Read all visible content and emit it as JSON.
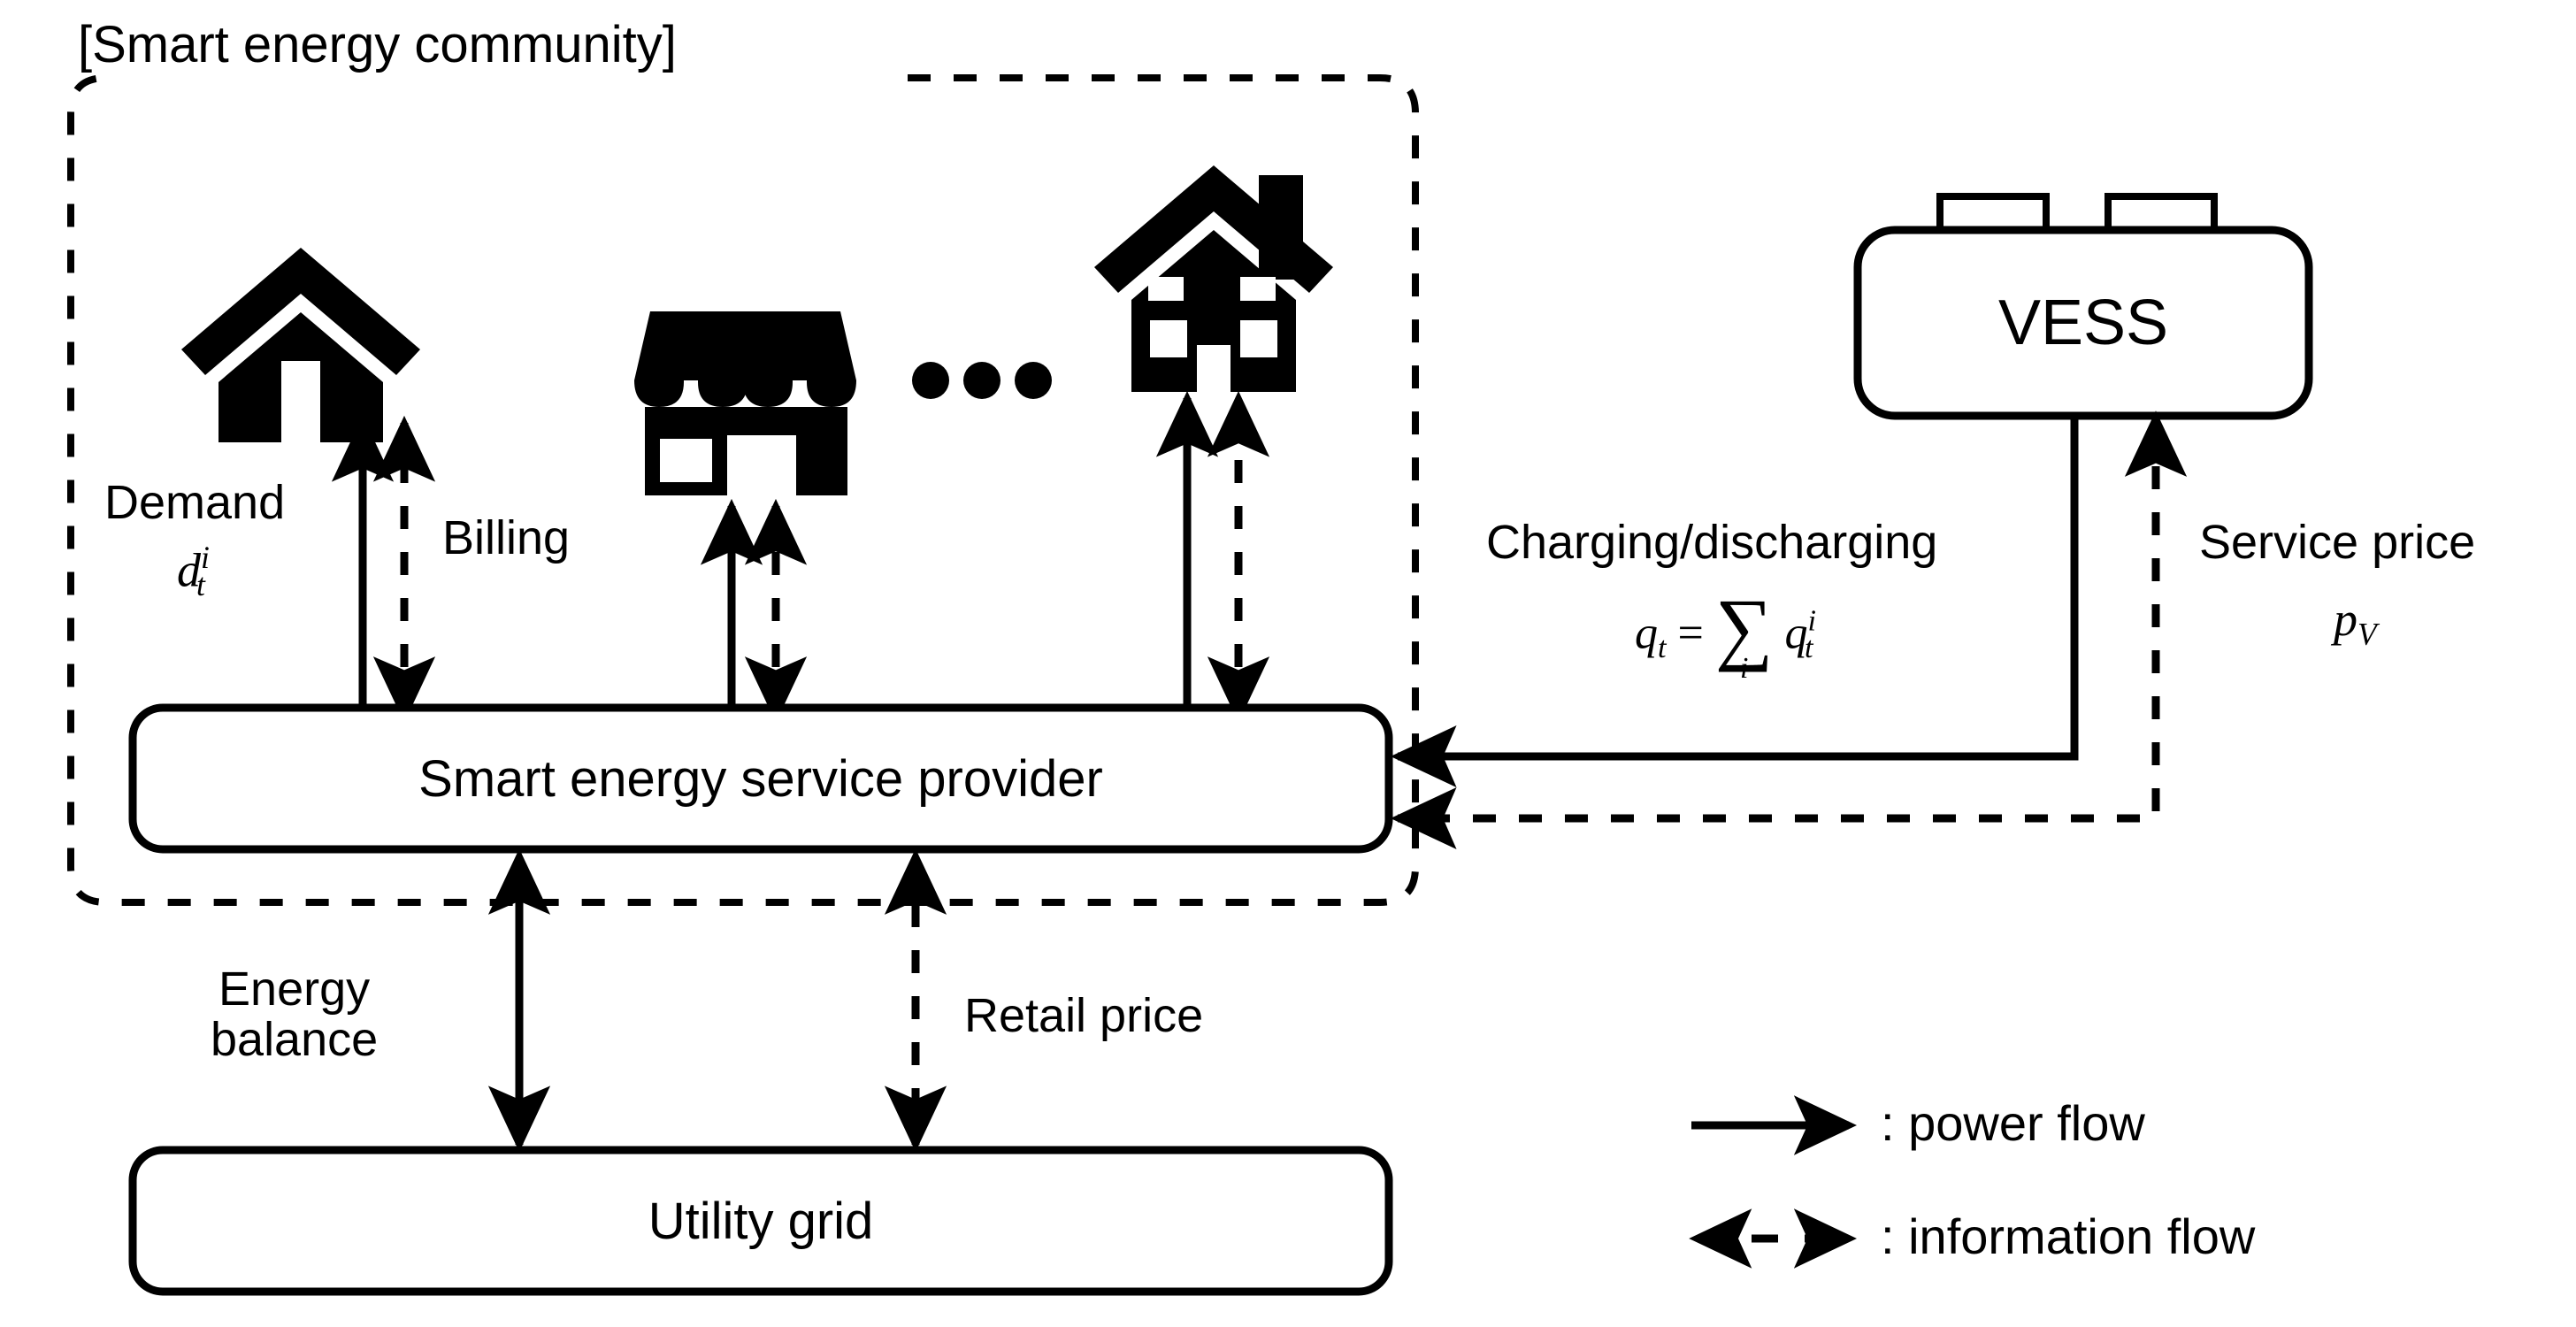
{
  "figure": {
    "community_label": "[Smart energy community]",
    "actors": [
      {
        "icon": "house-icon",
        "name": "residential-house-1"
      },
      {
        "icon": "store-icon",
        "name": "commercial-store"
      },
      {
        "icon": "ellipsis-icon",
        "name": "more-prosumers"
      },
      {
        "icon": "house-chimney-icon",
        "name": "residential-house-2"
      }
    ],
    "nodes": {
      "provider": "Smart energy service provider",
      "utility": "Utility grid",
      "vess": "VESS"
    },
    "flows": {
      "demand": {
        "label": "Demand",
        "symbol_base": "d",
        "symbol_sub": "t",
        "symbol_sup": "i",
        "type": "power"
      },
      "billing": {
        "label": "Billing",
        "type": "information"
      },
      "charging": {
        "label": "Charging/discharging",
        "lhs_base": "q",
        "lhs_sub": "t",
        "equals": "=",
        "sigma": "∑",
        "sigma_index": "i",
        "rhs_base": "q",
        "rhs_sub": "t",
        "rhs_sup": "i",
        "type": "power"
      },
      "service_price": {
        "label": "Service price",
        "symbol_base": "p",
        "symbol_sub": "V",
        "type": "information"
      },
      "energy_balance": {
        "label_line1": "Energy",
        "label_line2": "balance",
        "type": "power"
      },
      "retail_price": {
        "label": "Retail price",
        "type": "information"
      }
    },
    "legend": {
      "items": [
        {
          "marker": "solid-arrow-icon",
          "label": ": power flow"
        },
        {
          "marker": "dashed-double-arrow-icon",
          "label": ": information flow"
        }
      ]
    },
    "colors": {
      "stroke": "#000000",
      "background": "#ffffff"
    }
  }
}
